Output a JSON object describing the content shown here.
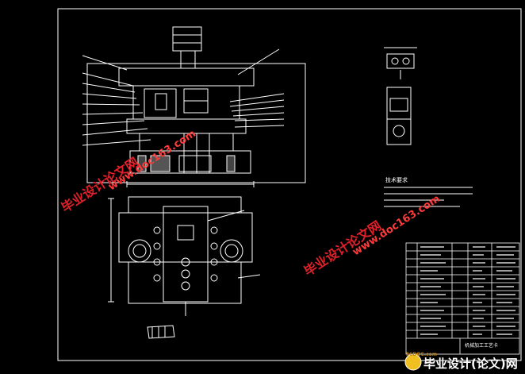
{
  "drawing": {
    "tech_req_title": "技术要求",
    "bom_title": "机械加工工艺卡",
    "colors": {
      "background": "#000000",
      "line": "#ffffff",
      "leader": "#ff5050",
      "watermark": "#e0202a",
      "watermark_url": "#ff3a3a",
      "logo_badge": "#f0c020"
    }
  },
  "watermarks": {
    "url": "www.doc163.com",
    "site": "毕业设计论文网"
  },
  "footer": {
    "badge": "56DOC.com",
    "title": "毕业设计(论文)网"
  }
}
